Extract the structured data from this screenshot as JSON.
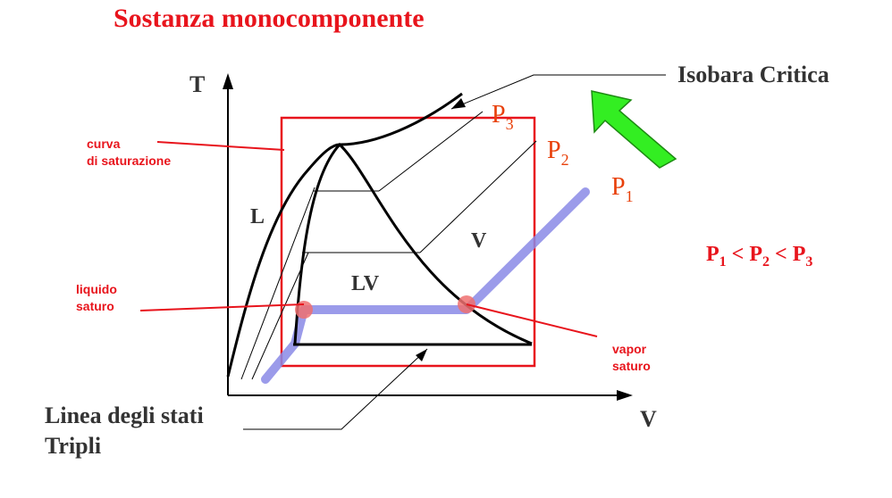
{
  "title": "Sostanza monocomponente",
  "axes": {
    "x_label": "V",
    "y_label": "T"
  },
  "regions": {
    "liquid": "L",
    "liquid_vapor": "LV",
    "vapor": "V"
  },
  "isobars": [
    {
      "symbol": "P",
      "subscript": "3"
    },
    {
      "symbol": "P",
      "subscript": "2"
    },
    {
      "symbol": "P",
      "subscript": "1"
    }
  ],
  "relation": {
    "p1": "P",
    "p1_sub": "1",
    "lt1": " < ",
    "p2": "P",
    "p2_sub": "2",
    "lt2": " < ",
    "p3": "P",
    "p3_sub": "3"
  },
  "annotations": {
    "critical_isobar": "Isobara Critica",
    "saturation_curve_line1": "curva",
    "saturation_curve_line2": "di saturazione",
    "saturated_liquid_line1": "liquido",
    "saturated_liquid_line2": "saturo",
    "saturated_vapor_line1": "vapor",
    "saturated_vapor_line2": "saturo",
    "triple_line_line1": "Linea degli stati",
    "triple_line_line2": "Tripli"
  },
  "colors": {
    "title": "#e8141c",
    "annotation_red": "#e8141c",
    "isobar_label": "#e8400a",
    "highlight_isobar": "#8a8ae6",
    "saturation_point": "#ee7070",
    "arrow_green": "#33ee22",
    "frame": "#e8141c",
    "text_dark": "#333333"
  }
}
